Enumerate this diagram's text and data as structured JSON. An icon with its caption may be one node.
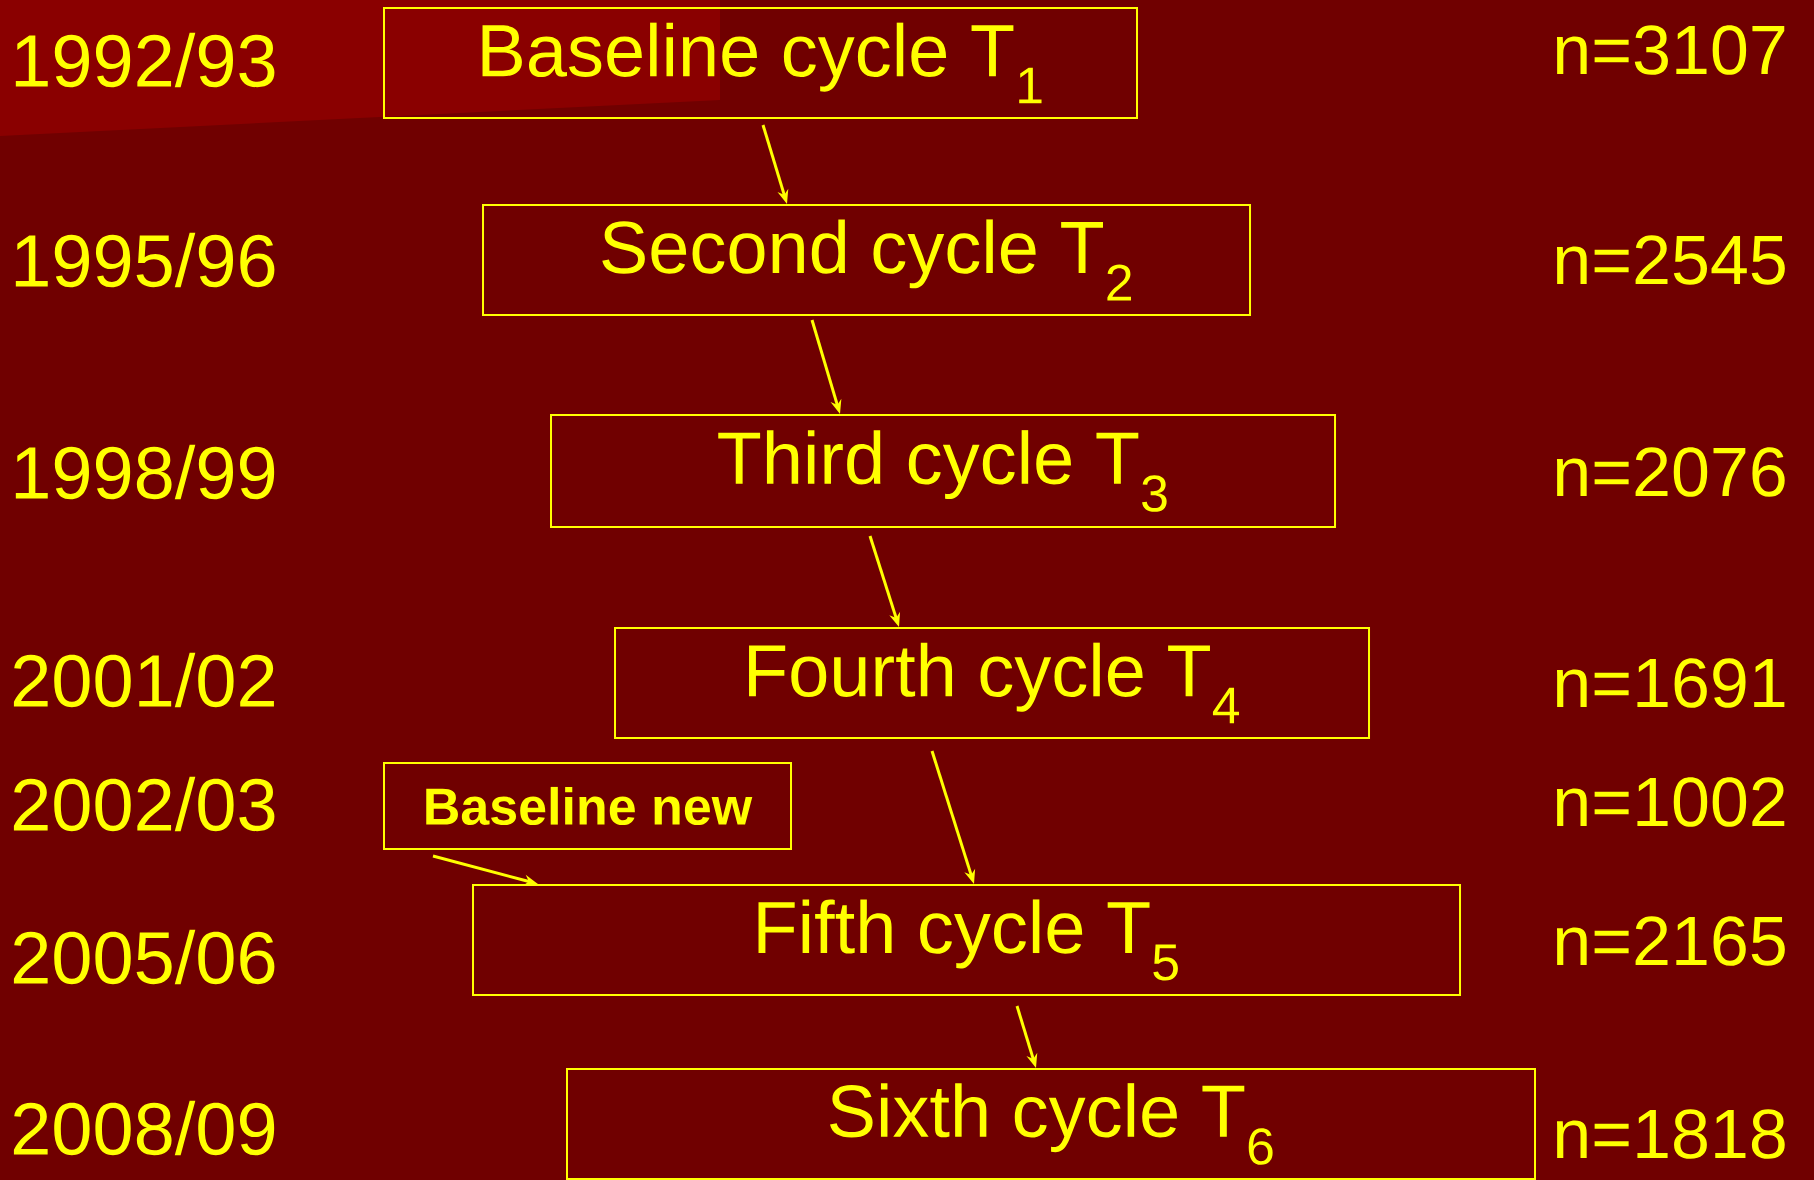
{
  "diagram": {
    "nodes": [
      {
        "text": [
          "Baseline cycle T$_{1}$"
        ]
      },
      {
        "text": [
          "Second cycle T$_{2}$"
        ]
      },
      {
        "text": [
          "Third cycle T$_{3}$"
        ]
      },
      {
        "text": [
          "Fourth cycle T$_{4}$"
        ]
      },
      {
        "text": [
          "Baseline new"
        ]
      },
      {
        "text": [
          "Fifth cycle T$_{5}$"
        ]
      },
      {
        "text": [
          "Sixth cycle T$_{6}$"
        ]
      }
    ],
    "edges": [
      {
        "from": 0,
        "to": 1,
        "arrow": "to"
      },
      {
        "from": 1,
        "to": 2,
        "arrow": "to"
      },
      {
        "from": 2,
        "to": 3,
        "arrow": "to"
      },
      {
        "from": 3,
        "to": 5,
        "arrow": "to"
      },
      {
        "from": 4,
        "to": 5,
        "arrow": "to"
      },
      {
        "from": 5,
        "to": 6,
        "arrow": "to"
      }
    ],
    "labels": [
      "1992/93",
      "n=3107",
      "1995/96",
      "n=2545",
      "1998/99",
      "n=2076",
      "2001/02",
      "n=1691",
      "2002/03",
      "n=1002",
      "2005/06",
      "n=2165",
      "2008/09",
      "n=1818"
    ]
  }
}
